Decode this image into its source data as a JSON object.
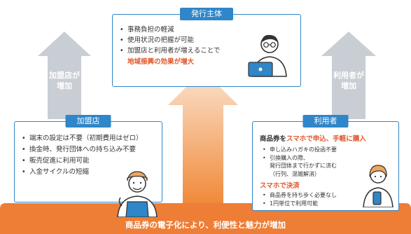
{
  "top_caption": "",
  "issuer": {
    "title": "発行主体",
    "items": [
      "事務負担の軽減",
      "使用状況の把握が可能",
      "加盟店と利用者が増えることで"
    ],
    "highlight": "地域振興の効果が増大"
  },
  "merchant": {
    "title": "加盟店",
    "items": [
      "端末の設定は不要（初期費用はゼロ）",
      "換金時、発行団体への持ち込み不要",
      "販売促進に利用可能",
      "入金サイクルの短縮"
    ]
  },
  "user": {
    "title": "利用者",
    "headline_prefix": "商品券を",
    "headline_highlight": "スマホで申込、手軽に購入",
    "group1": [
      {
        "text": "申し込みハガキの投函不要"
      },
      {
        "text": "引換購入の際、",
        "cont": [
          "発行団体まで行かずに済む",
          "（行列、混雑解消）"
        ]
      }
    ],
    "settlement": "スマホで決済",
    "group2": [
      "商品券を持ち歩く必要なし",
      "1円単位で利用可能"
    ]
  },
  "arrows": {
    "left_label": [
      "加盟店が",
      "増加"
    ],
    "right_label": [
      "利用者が",
      "増加"
    ]
  },
  "bottom_banner": "商品券の電子化により、利便性と魅力が増加",
  "colors": {
    "blue": "#2f86c8",
    "orange": "#ee7d35",
    "highlight": "#e0572a",
    "gray_arrow": "#c8ced3",
    "dark_arrow": "#1e6aa8"
  },
  "icons": [
    "issuer-person-laptop-icon",
    "merchant-person-apron-icon",
    "user-person-smartphone-icon"
  ]
}
